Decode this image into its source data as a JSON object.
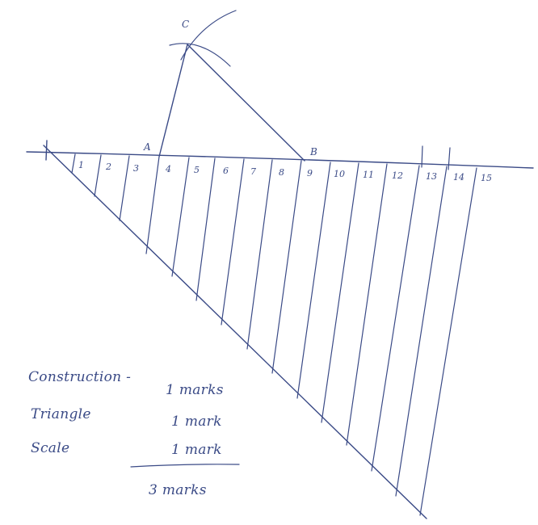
{
  "points": {
    "a": "A",
    "b": "B",
    "c": "C"
  },
  "scale_numbers": [
    "1",
    "2",
    "3",
    "4",
    "5",
    "6",
    "7",
    "8",
    "9",
    "10",
    "11",
    "12",
    "13",
    "14",
    "15"
  ],
  "notes": {
    "construction": "Construction -",
    "construction_marks": "1 marks",
    "triangle": "Triangle",
    "triangle_marks": "1 mark",
    "scale": "Scale",
    "scale_marks": "1 mark",
    "total": "3 marks"
  },
  "ink_color": "#3a4a86"
}
